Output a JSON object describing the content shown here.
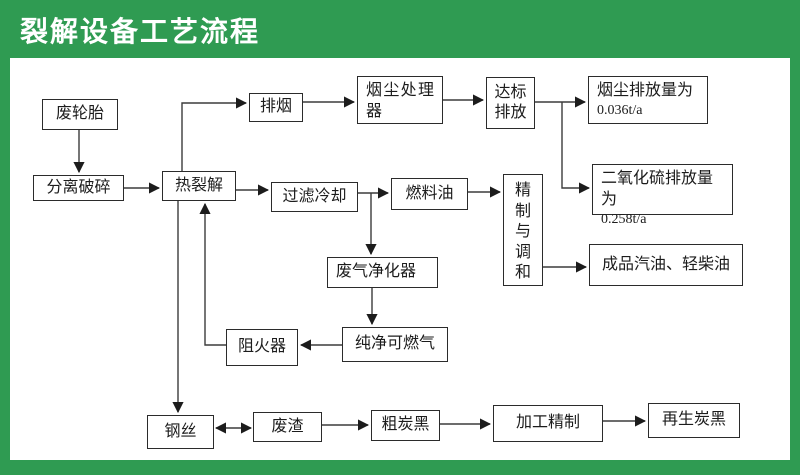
{
  "header": {
    "title": "裂解设备工艺流程",
    "bg_color": "#2f9b52",
    "title_color": "#ffffff"
  },
  "diagram": {
    "kind": "process-flowchart",
    "line_color": "#3c3c3c",
    "box_border_color": "#2b2b2b",
    "nodes": {
      "waste_tire": "废轮胎",
      "separate_crush": "分离破碎",
      "pyrolysis": "热裂解",
      "smoke_exhaust": "排烟",
      "dust_processor": "烟尘处理器",
      "standard_discharge": "达标排放",
      "dust_emission_line1": "烟尘排放量为",
      "dust_emission_line2": "0.036t/a",
      "filter_cooling": "过滤冷却",
      "fuel_oil": "燃料油",
      "refine_blend": "精制与调和",
      "so2_emission_line1": "二氧化硫排放量为",
      "so2_emission_line2": "0.258t/a",
      "product_oils": "成品汽油、轻柴油",
      "gas_purifier": "废气净化器",
      "pure_combustible_gas": "纯净可燃气",
      "flame_arrester": "阻火器",
      "steel_wire": "钢丝",
      "waste_residue": "废渣",
      "crude_carbon_black": "粗炭黑",
      "processing_refine": "加工精制",
      "regenerated_carbon_black": "再生炭黑"
    }
  }
}
